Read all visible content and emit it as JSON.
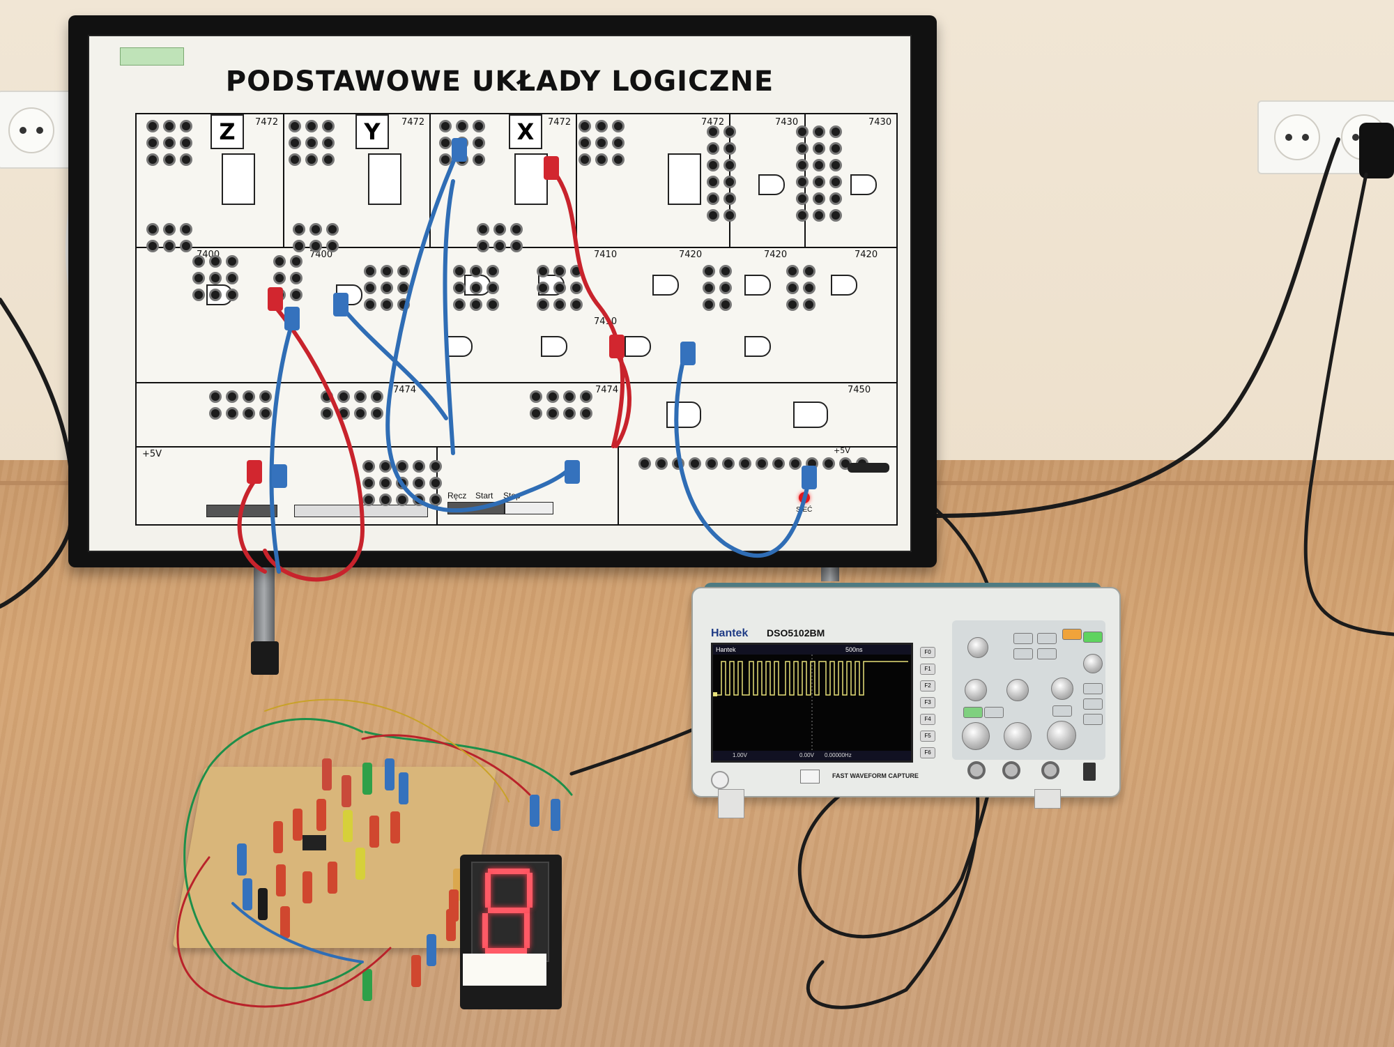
{
  "board": {
    "title": "PODSTAWOWE UKŁADY LOGICZNE",
    "chips_row1": [
      "7472",
      "7472",
      "7472",
      "7472",
      "7430",
      "7430"
    ],
    "chips_row2": [
      "7400",
      "7400",
      "7410",
      "7420",
      "7420",
      "7420"
    ],
    "chips_row3": [
      "7410"
    ],
    "chips_row4": [
      "7474",
      "7474",
      "7450"
    ],
    "letters": [
      "Z",
      "Y",
      "X"
    ],
    "power_label": "+5V",
    "power_label_right": "+5V",
    "mode_labels": [
      "Ręcz",
      "Start",
      "Stop"
    ],
    "led_label": "SIEĆ"
  },
  "oscilloscope": {
    "brand": "Hantek",
    "model": "DSO5102BM",
    "capture_label": "FAST WAVEFORM CAPTURE",
    "screen": {
      "header": "Hantek",
      "freq": "0.00000Hz",
      "ch1": "1.00V",
      "ch2": "0.00V",
      "timebase": "500ns"
    },
    "function_keys": [
      "F0",
      "F1",
      "F2",
      "F3",
      "F4",
      "F5",
      "F6"
    ]
  },
  "colors": {
    "wall": "#efe4d3",
    "desk": "#d6a675",
    "cable_red": "#c8232c",
    "cable_blue": "#2f6db5",
    "trace": "#e8e27a",
    "display_segment": "#ff5a66"
  }
}
